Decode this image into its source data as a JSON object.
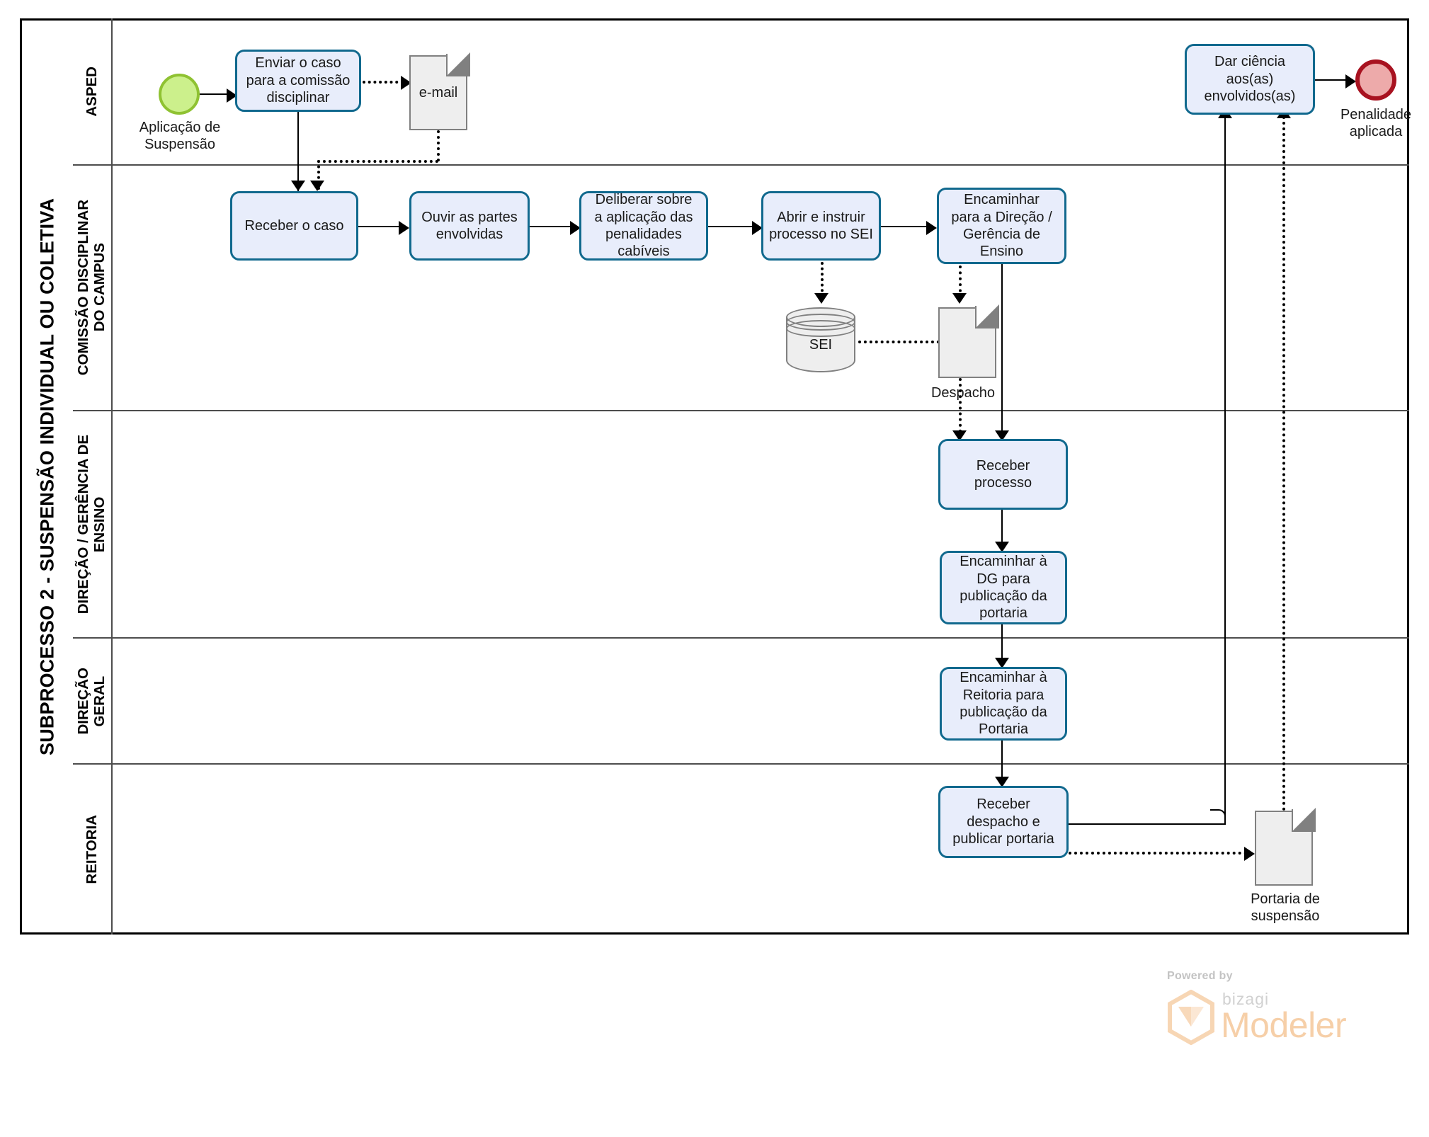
{
  "diagram": {
    "title": "SUBPROCESSO 2 - SUSPENSÃO INDIVIDUAL OU COLETIVA",
    "type": "bpmn-lane-diagram",
    "notation": "BPMN"
  },
  "lanes": [
    {
      "id": "asped",
      "label": "ASPED"
    },
    {
      "id": "comissao",
      "label": "COMISSÃO DISCIPLINAR\nDO CAMPUS"
    },
    {
      "id": "direcao_ge",
      "label": "DIREÇÃO / GERÊNCIA DE\nENSINO"
    },
    {
      "id": "direcao_g",
      "label": "DIREÇÃO\nGERAL"
    },
    {
      "id": "reitoria",
      "label": "REITORIA"
    }
  ],
  "events": [
    {
      "id": "start",
      "kind": "start-event",
      "lane": "asped",
      "label": "Aplicação de\nSuspensão"
    },
    {
      "id": "end",
      "kind": "end-event",
      "lane": "asped",
      "label": "Penalidade\naplicada"
    }
  ],
  "tasks": [
    {
      "id": "t1",
      "lane": "asped",
      "label": "Enviar o caso\npara a comissão\ndisciplinar"
    },
    {
      "id": "t2",
      "lane": "comissao",
      "label": "Receber o caso"
    },
    {
      "id": "t3",
      "lane": "comissao",
      "label": "Ouvir as partes\nenvolvidas"
    },
    {
      "id": "t4",
      "lane": "comissao",
      "label": "Deliberar sobre\na aplicação das\npenalidades\ncabíveis"
    },
    {
      "id": "t5",
      "lane": "comissao",
      "label": "Abrir e instruir\nprocesso no SEI"
    },
    {
      "id": "t6",
      "lane": "comissao",
      "label": "Encaminhar\npara a Direção /\nGerência de\nEnsino"
    },
    {
      "id": "t7",
      "lane": "direcao_ge",
      "label": "Receber\nprocesso"
    },
    {
      "id": "t8",
      "lane": "direcao_ge",
      "label": "Encaminhar à\nDG para\npublicação da\nportaria"
    },
    {
      "id": "t9",
      "lane": "direcao_g",
      "label": "Encaminhar à\nReitoria para\npublicação da\nPortaria"
    },
    {
      "id": "t10",
      "lane": "reitoria",
      "label": "Receber\ndespacho e\npublicar portaria"
    },
    {
      "id": "t11",
      "lane": "asped",
      "label": "Dar ciência\naos(as)\nenvolvidos(as)"
    }
  ],
  "artifacts": [
    {
      "id": "d_email",
      "kind": "data-object",
      "lane": "asped",
      "inner_text": "e-mail",
      "label": ""
    },
    {
      "id": "ds_sei",
      "kind": "data-store",
      "lane": "comissao",
      "inner_text": "SEI",
      "label": ""
    },
    {
      "id": "d_despacho",
      "kind": "data-object",
      "lane": "comissao",
      "inner_text": "",
      "label": "Despacho"
    },
    {
      "id": "d_portaria",
      "kind": "data-object",
      "lane": "reitoria",
      "inner_text": "",
      "label": "Portaria de\nsuspensão"
    }
  ],
  "colors": {
    "task_fill": "#e8edfb",
    "task_stroke": "#11698e",
    "start_fill": "#ccf08c",
    "start_stroke": "#8fc232",
    "end_fill": "#edaaaa",
    "end_stroke": "#a81220",
    "artifact_fill": "#eeeeee",
    "artifact_stroke": "#808080",
    "lane_stroke": "#4d4d4d",
    "brand_orange": "#f5c79a"
  },
  "brand": {
    "powered_by": "Powered by",
    "bizagi": "bizagi",
    "modeler": "Modeler"
  }
}
